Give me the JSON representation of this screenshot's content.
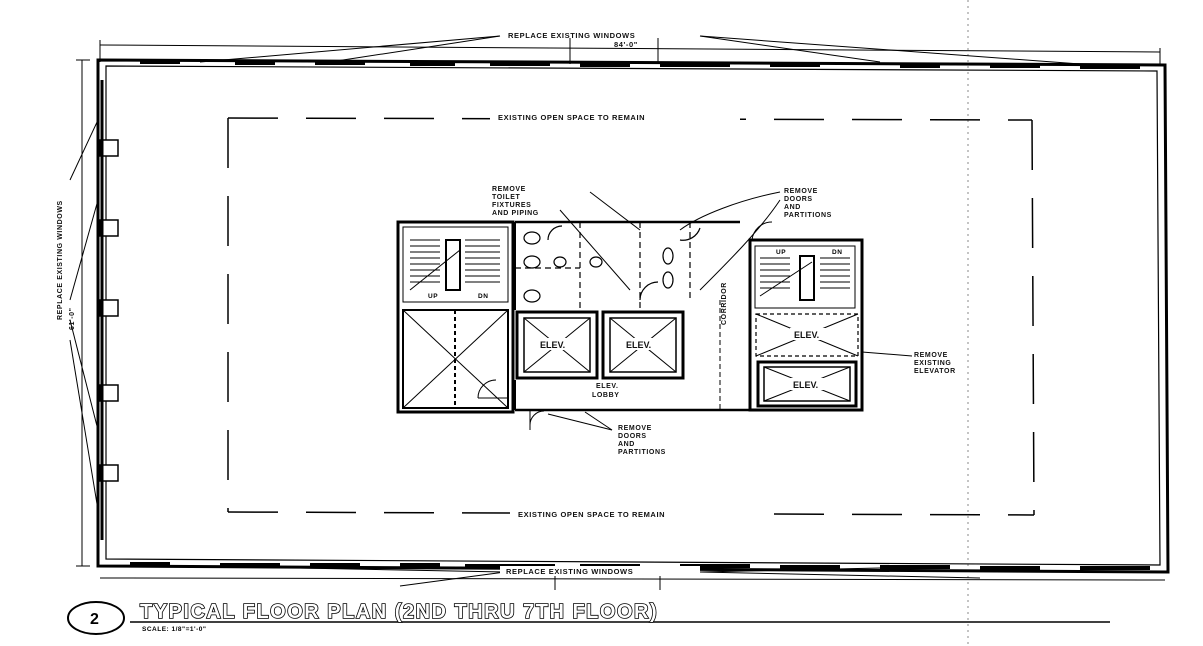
{
  "drawing": {
    "title_number": "2",
    "title": "TYPICAL FLOOR PLAN (2ND THRU 7TH FLOOR)",
    "scale": "SCALE: 1/8\"=1'-0\""
  },
  "notes": {
    "replace_windows_top": "REPLACE EXISTING WINDOWS",
    "top_dimension": "84'-0\"",
    "replace_windows_bottom": "REPLACE EXISTING WINDOWS",
    "replace_windows_left": "REPLACE EXISTING WINDOWS",
    "left_dimension": "61'-0\"",
    "open_space_top": "EXISTING OPEN SPACE TO REMAIN",
    "open_space_bottom": "EXISTING OPEN SPACE TO REMAIN",
    "remove_toilet": [
      "REMOVE",
      "TOILET",
      "FIXTURES",
      "AND PIPING"
    ],
    "remove_doors_upper": [
      "REMOVE",
      "DOORS",
      "AND",
      "PARTITIONS"
    ],
    "remove_doors_lower": [
      "REMOVE",
      "DOORS",
      "AND",
      "PARTITIONS"
    ],
    "remove_elevator": [
      "REMOVE",
      "EXISTING",
      "ELEVATOR"
    ],
    "elev_lobby": [
      "ELEV.",
      "LOBBY"
    ],
    "corridor": "CORRIDOR"
  },
  "elevators": [
    "ELEV.",
    "ELEV.",
    "ELEV.",
    "ELEV."
  ],
  "stairs": {
    "up": "UP",
    "dn": "DN"
  }
}
